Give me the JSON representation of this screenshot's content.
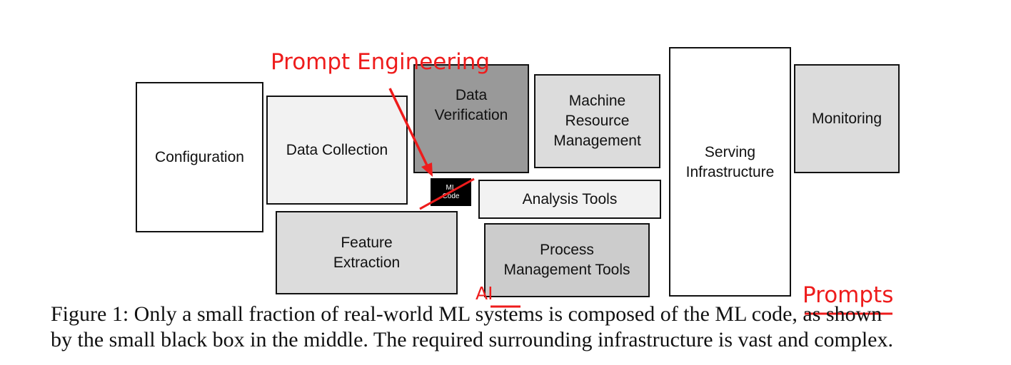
{
  "diagram": {
    "boxes": {
      "configuration": {
        "label": "Configuration",
        "fill": "#ffffff"
      },
      "data_collection": {
        "label": "Data Collection",
        "fill": "#f2f2f2"
      },
      "data_verification": {
        "label": "Data\nVerification",
        "fill": "#999999"
      },
      "machine_resource_management": {
        "label": "Machine\nResource\nManagement",
        "fill": "#dcdcdc"
      },
      "serving_infrastructure": {
        "label": "Serving\nInfrastructure",
        "fill": "#ffffff"
      },
      "monitoring": {
        "label": "Monitoring",
        "fill": "#dcdcdc"
      },
      "analysis_tools": {
        "label": "Analysis Tools",
        "fill": "#f2f2f2"
      },
      "feature_extraction": {
        "label": "Feature\nExtraction",
        "fill": "#dcdcdc"
      },
      "process_management_tools": {
        "label": "Process\nManagement Tools",
        "fill": "#cccccc"
      }
    },
    "ml_code": {
      "label": "ML\nCode"
    }
  },
  "annotations": {
    "prompt_engineering": "Prompt Engineering",
    "ai": "AI",
    "prompts": "Prompts",
    "color": "#ee1c1c"
  },
  "caption": {
    "line1": {
      "prefix": "Figure 1: Only a small fraction of real-world ",
      "struck1": "ML",
      "middle": " systems is composed of the ",
      "struck2": "ML code",
      "suffix": ", as shown"
    },
    "line2": "by the small black box in the middle. The required surrounding infrastructure is vast and complex."
  }
}
